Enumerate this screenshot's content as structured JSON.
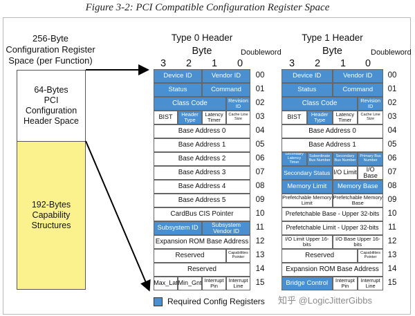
{
  "figure_title": "Figure 3-2: PCI Compatible Configuration Register Space",
  "left": {
    "heading_lines": [
      "256-Byte",
      "Configuration Register",
      "Space (per Function)"
    ],
    "top_box_lines": [
      "64-Bytes",
      "PCI Configuration",
      "Header Space"
    ],
    "bottom_box_lines": [
      "192-Bytes",
      "Capability",
      "Structures"
    ]
  },
  "type0": {
    "title": "Type 0 Header",
    "byte_label": "Byte",
    "byte_numbers": [
      "3",
      "2",
      "1",
      "0"
    ],
    "dw_label": "Doubleword",
    "rows": [
      [
        {
          "t": "Device ID",
          "s": 2,
          "r": true
        },
        {
          "t": "Vendor ID",
          "s": 2,
          "r": true
        }
      ],
      [
        {
          "t": "Status",
          "s": 2,
          "r": true
        },
        {
          "t": "Command",
          "s": 2,
          "r": true
        }
      ],
      [
        {
          "t": "Class Code",
          "s": 3,
          "r": true
        },
        {
          "t": "Revision ID",
          "s": 1,
          "r": true
        }
      ],
      [
        {
          "t": "BIST",
          "s": 1,
          "r": false
        },
        {
          "t": "Header Type",
          "s": 1,
          "r": true
        },
        {
          "t": "Latency Timer",
          "s": 1,
          "r": false
        },
        {
          "t": "Cache Line Size",
          "s": 1,
          "r": false
        }
      ],
      [
        {
          "t": "Base Address 0",
          "s": 4,
          "r": false
        }
      ],
      [
        {
          "t": "Base Address 1",
          "s": 4,
          "r": false
        }
      ],
      [
        {
          "t": "Base Address 2",
          "s": 4,
          "r": false
        }
      ],
      [
        {
          "t": "Base Address 3",
          "s": 4,
          "r": false
        }
      ],
      [
        {
          "t": "Base Address 4",
          "s": 4,
          "r": false
        }
      ],
      [
        {
          "t": "Base Address 5",
          "s": 4,
          "r": false
        }
      ],
      [
        {
          "t": "CardBus CIS Pointer",
          "s": 4,
          "r": false
        }
      ],
      [
        {
          "t": "Subsystem ID",
          "s": 2,
          "r": true
        },
        {
          "t": "Subsystem Vendor ID",
          "s": 2,
          "r": true
        }
      ],
      [
        {
          "t": "Expansion ROM Base Address",
          "s": 4,
          "r": false
        }
      ],
      [
        {
          "t": "Reserved",
          "s": 3,
          "r": false
        },
        {
          "t": "Capabilities Pointer",
          "s": 1,
          "r": false
        }
      ],
      [
        {
          "t": "Reserved",
          "s": 4,
          "r": false
        }
      ],
      [
        {
          "t": "Max_Lat",
          "s": 1,
          "r": false
        },
        {
          "t": "Min_Gnt",
          "s": 1,
          "r": false
        },
        {
          "t": "Interrupt Pin",
          "s": 1,
          "r": false
        },
        {
          "t": "Interrupt Line",
          "s": 1,
          "r": false
        }
      ]
    ]
  },
  "type1": {
    "title": "Type 1 Header",
    "byte_label": "Byte",
    "byte_numbers": [
      "3",
      "2",
      "1",
      "0"
    ],
    "dw_label": "Doubleword",
    "rows": [
      [
        {
          "t": "Device ID",
          "s": 2,
          "r": true
        },
        {
          "t": "Vendor ID",
          "s": 2,
          "r": true
        }
      ],
      [
        {
          "t": "Status",
          "s": 2,
          "r": true
        },
        {
          "t": "Command",
          "s": 2,
          "r": true
        }
      ],
      [
        {
          "t": "Class Code",
          "s": 3,
          "r": true
        },
        {
          "t": "Revision ID",
          "s": 1,
          "r": true
        }
      ],
      [
        {
          "t": "BIST",
          "s": 1,
          "r": false
        },
        {
          "t": "Header Type",
          "s": 1,
          "r": true
        },
        {
          "t": "Latency Timer",
          "s": 1,
          "r": false
        },
        {
          "t": "Cache Line Size",
          "s": 1,
          "r": false
        }
      ],
      [
        {
          "t": "Base Address 0",
          "s": 4,
          "r": false
        }
      ],
      [
        {
          "t": "Base Address 1",
          "s": 4,
          "r": false
        }
      ],
      [
        {
          "t": "Secondary Latency Timer",
          "s": 1,
          "r": true
        },
        {
          "t": "Subordinate Bus Number",
          "s": 1,
          "r": true
        },
        {
          "t": "Secondary Bus Number",
          "s": 1,
          "r": true
        },
        {
          "t": "Primary Bus Number",
          "s": 1,
          "r": true
        }
      ],
      [
        {
          "t": "Secondary Status",
          "s": 2,
          "r": true
        },
        {
          "t": "I/O Limit",
          "s": 1,
          "r": false
        },
        {
          "t": "I/O Base",
          "s": 1,
          "r": false
        }
      ],
      [
        {
          "t": "Memory Limit",
          "s": 2,
          "r": true
        },
        {
          "t": "Memory Base",
          "s": 2,
          "r": true
        }
      ],
      [
        {
          "t": "Prefetchable Memory Limit",
          "s": 2,
          "r": false
        },
        {
          "t": "Prefetchable Memory Base",
          "s": 2,
          "r": false
        }
      ],
      [
        {
          "t": "Prefetchable Base - Upper 32-bits",
          "s": 4,
          "r": false
        }
      ],
      [
        {
          "t": "Prefetchable Limit - Upper 32-bits",
          "s": 4,
          "r": false
        }
      ],
      [
        {
          "t": "I/O Limit Upper 16-bits",
          "s": 2,
          "r": false
        },
        {
          "t": "I/O Base Upper 16-bits",
          "s": 2,
          "r": false
        }
      ],
      [
        {
          "t": "Reserved",
          "s": 3,
          "r": false
        },
        {
          "t": "Capabilities Pointer",
          "s": 1,
          "r": false
        }
      ],
      [
        {
          "t": "Expansion ROM Base Address",
          "s": 4,
          "r": false
        }
      ],
      [
        {
          "t": "Bridge Control",
          "s": 2,
          "r": true
        },
        {
          "t": "Interrupt Pin",
          "s": 1,
          "r": false
        },
        {
          "t": "Interrupt Line",
          "s": 1,
          "r": false
        }
      ]
    ]
  },
  "row_numbers": [
    "00",
    "01",
    "02",
    "03",
    "04",
    "05",
    "06",
    "07",
    "08",
    "09",
    "10",
    "11",
    "12",
    "13",
    "14",
    "15"
  ],
  "legend": "Required Config Registers",
  "watermark": "知乎 @LogicJitterGibbs",
  "colors": {
    "required": "#4a8fd0",
    "border": "#666666"
  }
}
